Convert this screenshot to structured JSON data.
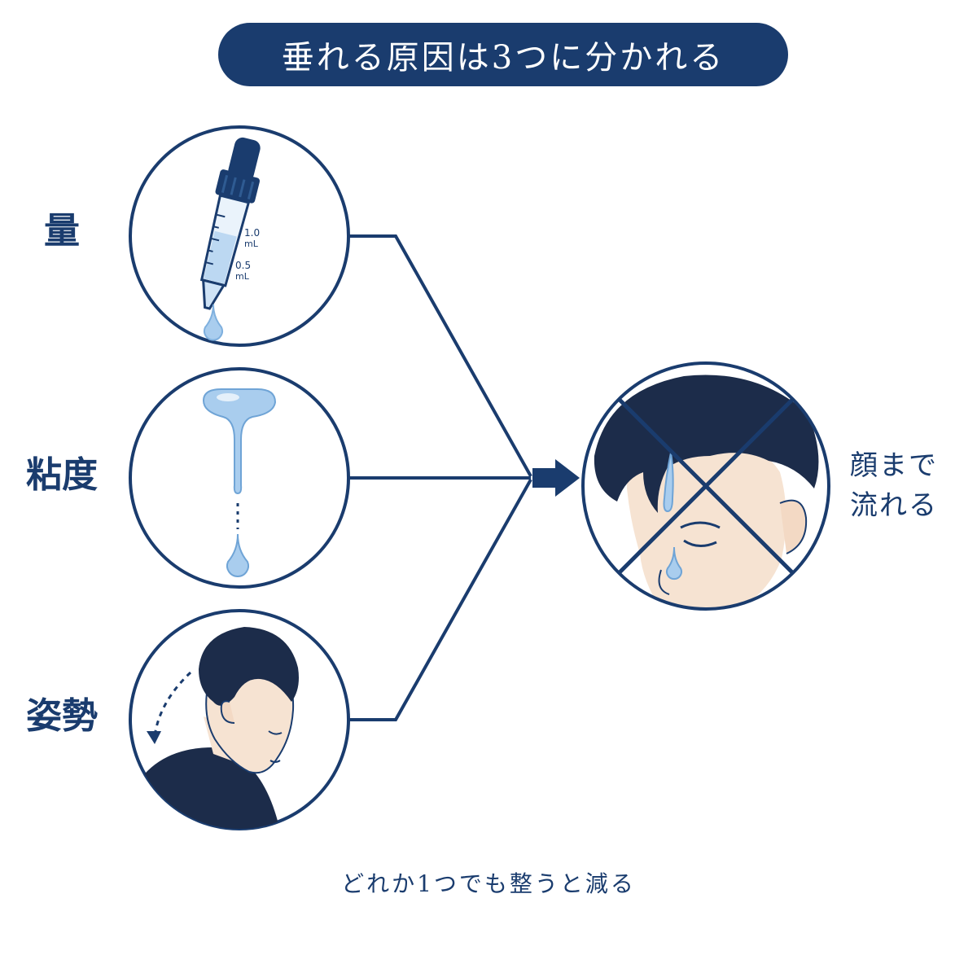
{
  "title": "垂れる原因は3つに分かれる",
  "causes": [
    {
      "label": "量"
    },
    {
      "label": "粘度"
    },
    {
      "label": "姿勢"
    }
  ],
  "dropper": {
    "mark_1": "1.0",
    "unit_1": "mL",
    "mark_2": "0.5",
    "unit_2": "mL"
  },
  "result": {
    "line1": "顔まで",
    "line2": "流れる"
  },
  "footer": "どれか1つでも整うと減る",
  "colors": {
    "navy": "#1a3c6e",
    "water": "#a9cdee",
    "skin": "#f6e3d2",
    "hair": "#1c2c4a"
  }
}
